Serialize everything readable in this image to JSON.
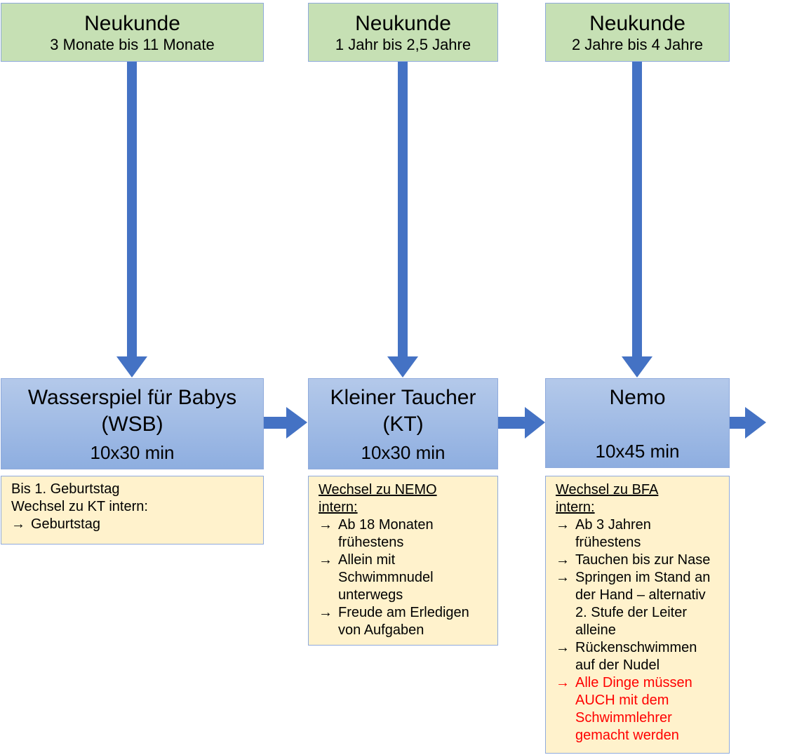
{
  "columns": [
    {
      "top": {
        "title": "Neukunde",
        "subtitle": "3 Monate bis 11 Monate"
      },
      "course": {
        "line1": "Wasserspiel für Babys",
        "line2": "(WSB)",
        "duration": "10x30 min"
      },
      "info": {
        "lines": [
          "Bis 1. Geburtstag",
          "Wechsel zu KT intern:"
        ],
        "items": [
          {
            "arrow": "→",
            "text": "Geburtstag"
          }
        ]
      }
    },
    {
      "top": {
        "title": "Neukunde",
        "subtitle": "1 Jahr bis 2,5 Jahre"
      },
      "course": {
        "line1": "Kleiner Taucher",
        "line2": "(KT)",
        "duration": "10x30 min"
      },
      "info": {
        "heading": "Wechsel zu NEMO intern:",
        "items": [
          {
            "arrow": "→",
            "text": "Ab 18 Monaten frühestens"
          },
          {
            "arrow": "→",
            "text": "Allein mit Schwimmnudel unterwegs"
          },
          {
            "arrow": "→",
            "text": "Freude am Erledigen von Aufgaben"
          }
        ]
      }
    },
    {
      "top": {
        "title": "Neukunde",
        "subtitle": "2 Jahre bis 4 Jahre"
      },
      "course": {
        "line1": "Nemo",
        "line2": "",
        "duration": "10x45 min"
      },
      "info": {
        "heading": "Wechsel zu BFA intern:",
        "items": [
          {
            "arrow": "→",
            "text": "Ab 3 Jahren frühestens"
          },
          {
            "arrow": "→",
            "text": "Tauchen bis zur Nase"
          },
          {
            "arrow": "→",
            "text": "Springen im Stand an der Hand – alternativ 2. Stufe der Leiter alleine"
          },
          {
            "arrow": "→",
            "text": "Rückenschwimmen auf der Nudel"
          },
          {
            "arrow": "→",
            "text": "Alle Dinge müssen AUCH mit dem Schwimmlehrer gemacht werden",
            "highlight": true
          }
        ]
      }
    }
  ],
  "colors": {
    "green_fill": "#c6e0b4",
    "blue_fill": "#8eaee0",
    "yellow_fill": "#fff2cc",
    "arrow": "#4472c4",
    "highlight_text": "#ff0000"
  }
}
